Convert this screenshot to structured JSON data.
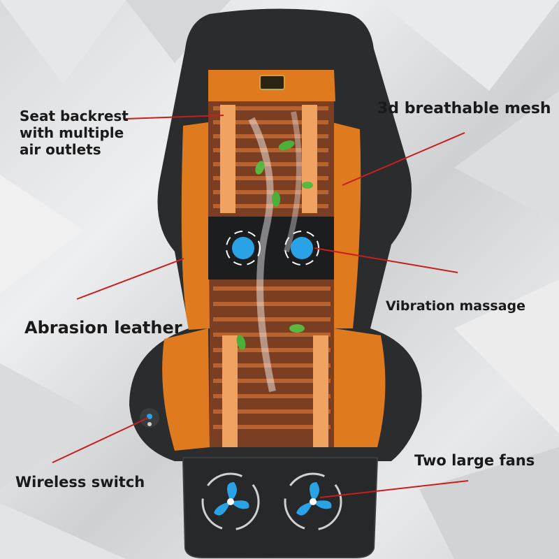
{
  "labels": {
    "seat_backrest": [
      "Seat backrest",
      "with multiple",
      "air outlets"
    ],
    "breathable_mesh": "3d breathable mesh",
    "vibration_massage": "Vibration massage",
    "abrasion_leather": "Abrasion leather",
    "wireless_switch": "Wireless switch",
    "two_large_fans": "Two large fans"
  },
  "colors": {
    "leader_line": "#c81e1e",
    "leather": "#2b2c2e",
    "mesh_orange": "#e07a1e",
    "bead": "#8a4a28",
    "fan_blue": "#2aa3e6"
  },
  "icons": [
    "fan-icon",
    "massage-motor-icon",
    "remote-button-icon",
    "leaf-icon"
  ]
}
